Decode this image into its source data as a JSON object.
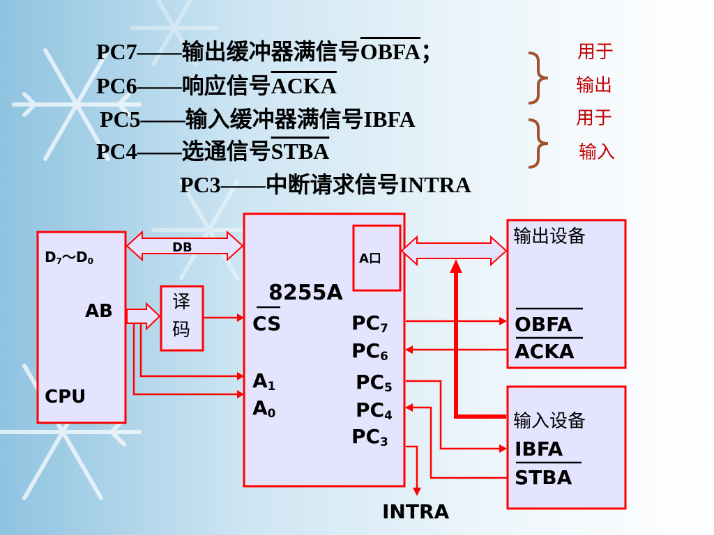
{
  "legend": {
    "pc7": {
      "prefix": "PC7——输出缓冲器满信号",
      "signal": "OBFA",
      "suffix": "；"
    },
    "pc6": {
      "prefix": "PC6——响应信号",
      "signal": "ACKA"
    },
    "pc5": {
      "prefix": "PC5——输入缓冲器满信号",
      "signal": "IBFA"
    },
    "pc4": {
      "prefix": "PC4——选通信号",
      "signal": "STBA"
    },
    "pc3": {
      "prefix": "PC3——中断请求信号",
      "signal": "INTRA"
    }
  },
  "side_notes": {
    "output_line1": "用于",
    "output_line2": "输出",
    "input_line1": "用于",
    "input_line2": "输入"
  },
  "cpu": {
    "data_bus_prefix": "D",
    "data_bus_sub_hi": "7",
    "data_bus_tilde": "～D",
    "data_bus_sub_lo": "0",
    "ab": "AB",
    "name": "CPU"
  },
  "db_label": "DB",
  "decoder": {
    "line1": "译",
    "line2": "码"
  },
  "chip": {
    "name": "8255A",
    "port_a": "A口",
    "cs": "CS",
    "a1": "A",
    "a1_sub": "1",
    "a0": "A",
    "a0_sub": "0",
    "pc_label": "PC",
    "pc7_sub": "7",
    "pc6_sub": "6",
    "pc5_sub": "5",
    "pc4_sub": "4",
    "pc3_sub": "3"
  },
  "output_device": {
    "title": "输出设备",
    "sig1": "OBFA",
    "sig2": "ACKA"
  },
  "input_device": {
    "title": "输入设备",
    "sig1": "IBFA",
    "sig2": "STBA"
  },
  "intra_label": "INTRA",
  "colors": {
    "wire": "#ff0000",
    "box_fill": "#e4e4ff",
    "box_border": "#ff0000",
    "brace": "#a0522d",
    "side_text": "#c00000"
  }
}
